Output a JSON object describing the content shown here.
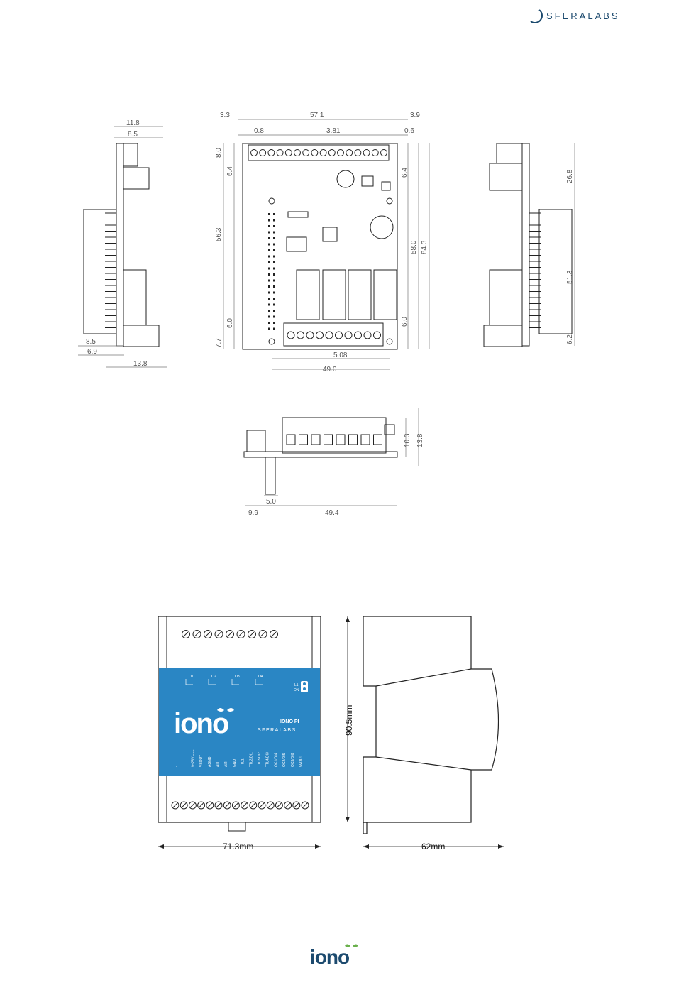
{
  "brand": {
    "name": "SFERALABS"
  },
  "top_view": {
    "dims": [
      "3.3",
      "57.1",
      "3.9",
      "0.8",
      "3.81",
      "0.6",
      "8.0",
      "6.4",
      "56.3",
      "6.0",
      "7.7",
      "6.4",
      "58.0",
      "84.3",
      "6.0",
      "5.08",
      "49.0"
    ]
  },
  "left_view": {
    "dims": [
      "11.8",
      "8.5",
      "8.5",
      "6.9",
      "13.8"
    ]
  },
  "right_view": {
    "dims": [
      "26.8",
      "51.3",
      "6.2"
    ]
  },
  "bottom_view": {
    "dims": [
      "10.3",
      "13.8",
      "5.0",
      "9.9",
      "49.4"
    ]
  },
  "enclosure": {
    "product_logo": "iono",
    "product_name": "IONO PI",
    "brand": "SFERALABS",
    "outputs": [
      "O1",
      "O2",
      "O3",
      "O4"
    ],
    "leds": [
      "L1",
      "ON"
    ],
    "terminals": [
      "-",
      "+",
      "9÷28V ===",
      "VSOUT",
      "AGND",
      "AI1",
      "AI2",
      "GND",
      "TTL1",
      "TTL2/DI1",
      "TTL3/DI2",
      "TTL4/DI3",
      "OC1/DI4",
      "OC2/DI5",
      "OC3/DI6",
      "5VOUT"
    ],
    "width": "71.3mm",
    "height": "90.5mm",
    "depth": "62mm"
  },
  "footer": {
    "logo": "iono"
  },
  "colors": {
    "panel_blue": "#2a86c4",
    "brand_blue": "#1c4a6e",
    "leaf_green": "#6ab04c"
  }
}
